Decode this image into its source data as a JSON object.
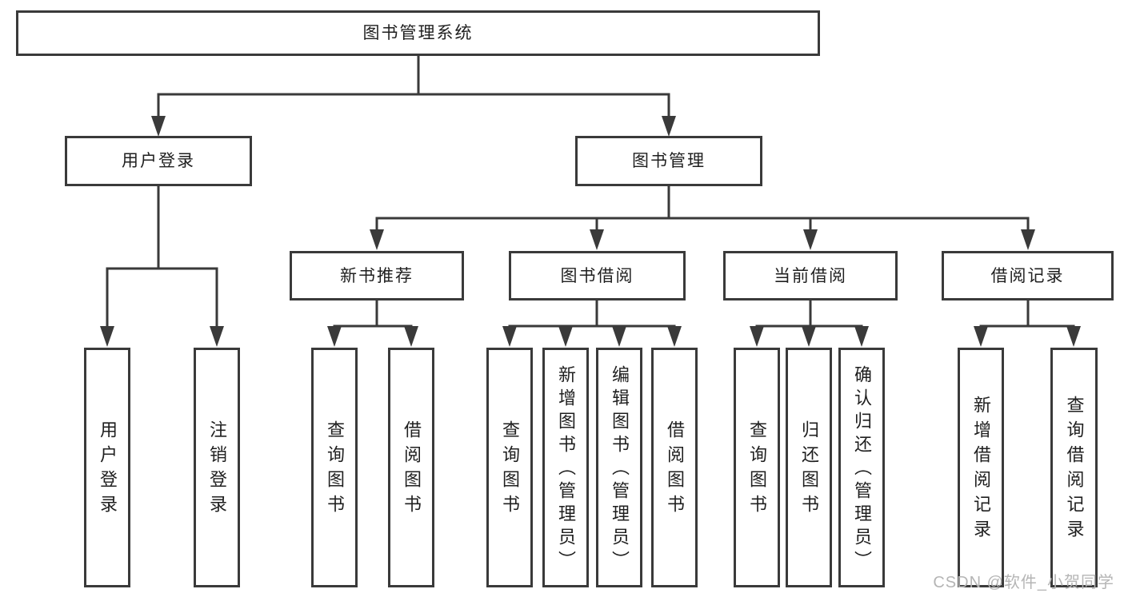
{
  "tree": {
    "label": "图书管理系统",
    "children": [
      {
        "label": "用户登录",
        "children": [
          {
            "label": "用户登录"
          },
          {
            "label": "注销登录"
          }
        ]
      },
      {
        "label": "图书管理",
        "children": [
          {
            "label": "新书推荐",
            "children": [
              {
                "label": "查询图书"
              },
              {
                "label": "借阅图书"
              }
            ]
          },
          {
            "label": "图书借阅",
            "children": [
              {
                "label": "查询图书"
              },
              {
                "label": "新增图书（管理员）"
              },
              {
                "label": "编辑图书（管理员）"
              },
              {
                "label": "借阅图书"
              }
            ]
          },
          {
            "label": "当前借阅",
            "children": [
              {
                "label": "查询图书"
              },
              {
                "label": "归还图书"
              },
              {
                "label": "确认归还（管理员）"
              }
            ]
          },
          {
            "label": "借阅记录",
            "children": [
              {
                "label": "新增借阅记录"
              },
              {
                "label": "查询借阅记录"
              }
            ]
          }
        ]
      }
    ]
  },
  "watermark": "CSDN @软件_小贺同学",
  "colors": {
    "line": "#3a3a3a",
    "text": "#1f1f1f",
    "watermark": "#b5b5b5",
    "background": "#ffffff"
  }
}
